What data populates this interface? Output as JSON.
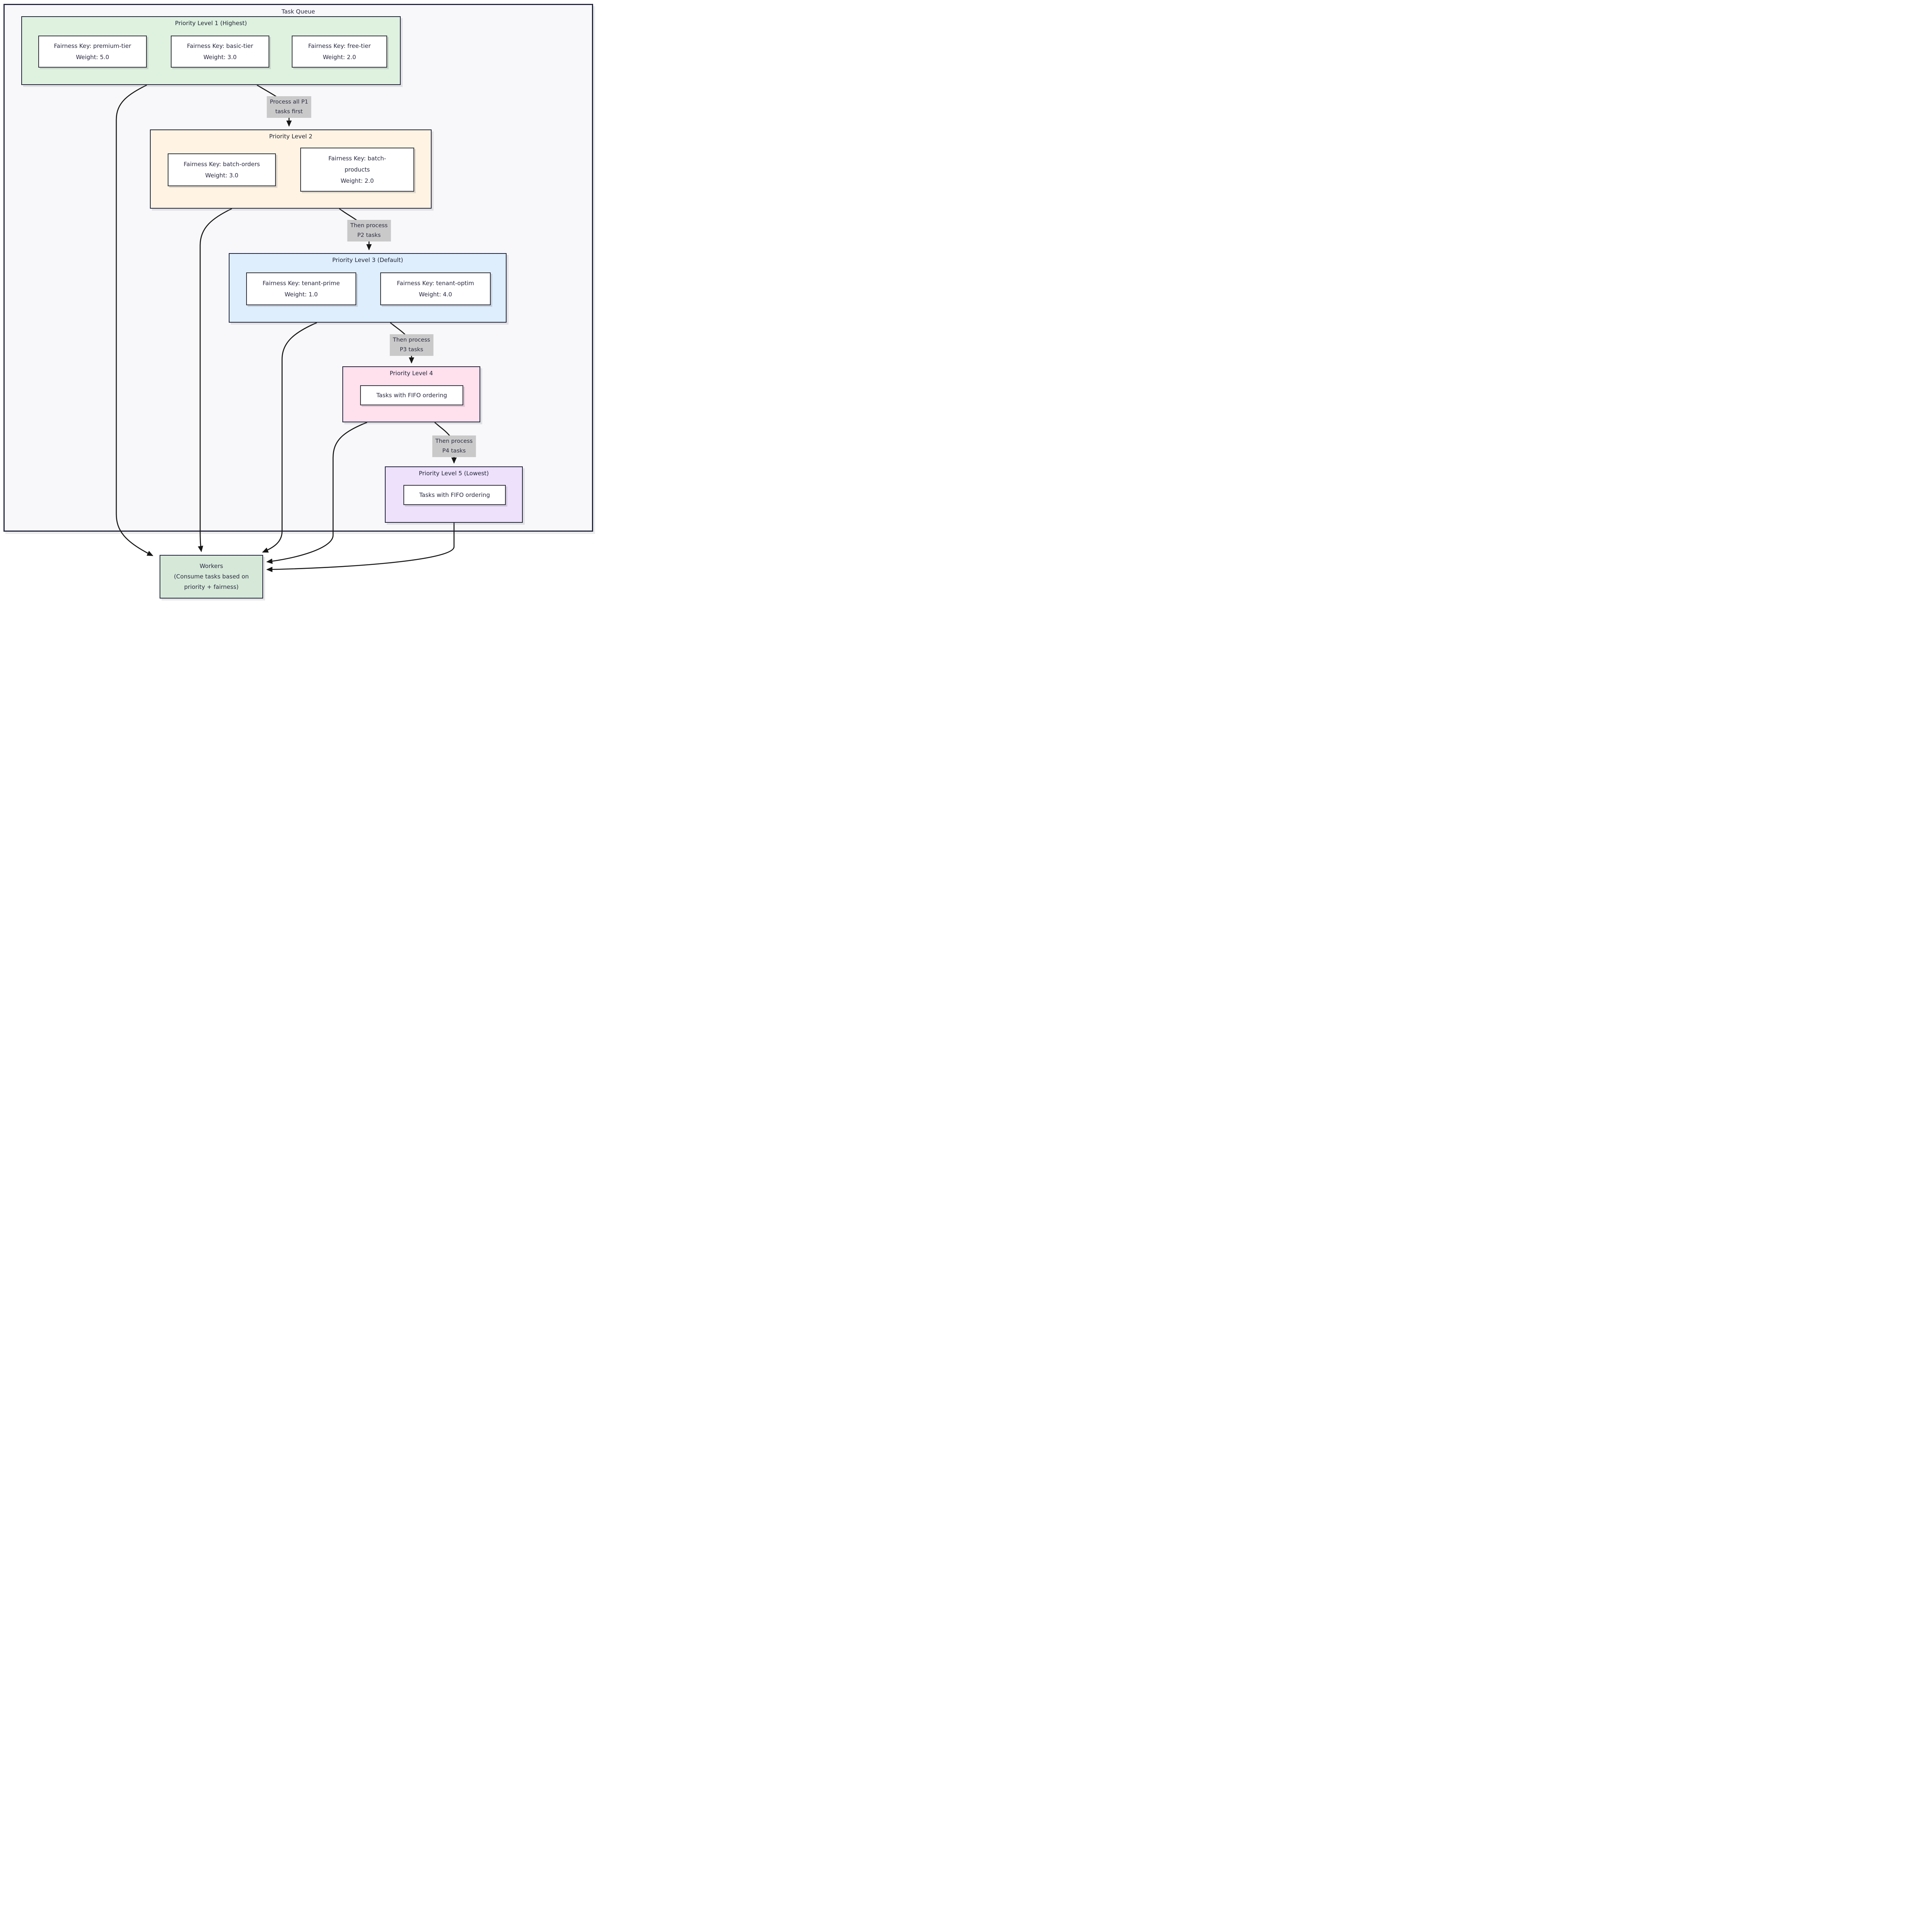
{
  "diagram": {
    "title": "Task Queue",
    "colors": {
      "canvas_bg": "#ffffff",
      "container_fill": "#f8f8fb",
      "border": "#23273f",
      "edge": "#161616",
      "edge_label_bg": "#c9c9c9",
      "text": "#2a2a42"
    },
    "levels": [
      {
        "label": "Priority Level 1 (Highest)",
        "fill": "#dff2e0",
        "items": [
          {
            "lines": [
              "Fairness Key: premium-tier",
              "Weight: 5.0"
            ]
          },
          {
            "lines": [
              "Fairness Key: basic-tier",
              "Weight: 3.0"
            ]
          },
          {
            "lines": [
              "Fairness Key: free-tier",
              "Weight: 2.0"
            ]
          }
        ]
      },
      {
        "label": "Priority Level 2",
        "fill": "#fff4e3",
        "items": [
          {
            "lines": [
              "Fairness Key: batch-orders",
              "Weight: 3.0"
            ]
          },
          {
            "lines": [
              "Fairness Key: batch-",
              "products",
              "Weight: 2.0"
            ]
          }
        ]
      },
      {
        "label": "Priority Level 3 (Default)",
        "fill": "#deeefd",
        "items": [
          {
            "lines": [
              "Fairness Key: tenant-prime",
              "Weight: 1.0"
            ]
          },
          {
            "lines": [
              "Fairness Key: tenant-optim",
              "Weight: 4.0"
            ]
          }
        ]
      },
      {
        "label": "Priority Level 4",
        "fill": "#ffe0ed",
        "items": [
          {
            "lines": [
              "Tasks with FIFO ordering"
            ]
          }
        ]
      },
      {
        "label": "Priority Level 5 (Lowest)",
        "fill": "#eee1fc",
        "items": [
          {
            "lines": [
              "Tasks with FIFO ordering"
            ]
          }
        ]
      }
    ],
    "edge_labels": [
      {
        "lines": [
          "Process all P1",
          "tasks first"
        ]
      },
      {
        "lines": [
          "Then process",
          "P2 tasks"
        ]
      },
      {
        "lines": [
          "Then process",
          "P3 tasks"
        ]
      },
      {
        "lines": [
          "Then process",
          "P4 tasks"
        ]
      }
    ],
    "workers": {
      "lines": [
        "Workers",
        "(Consume tasks based on",
        "priority + fairness)"
      ]
    }
  }
}
